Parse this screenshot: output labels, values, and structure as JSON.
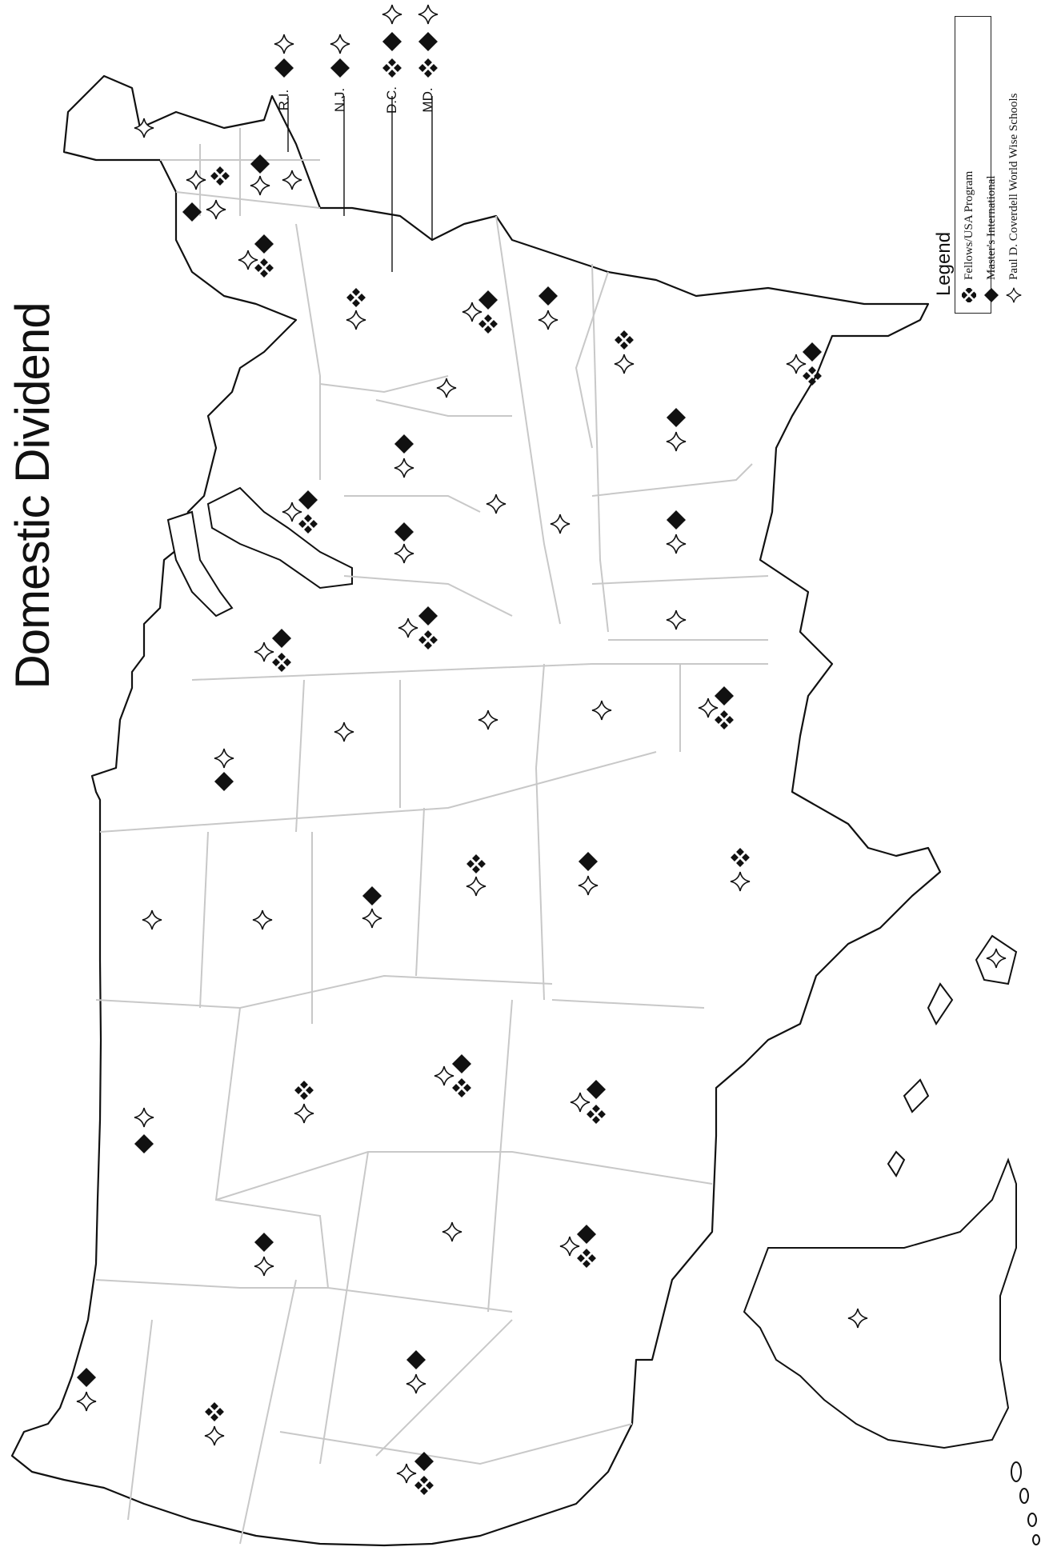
{
  "map": {
    "title": "Domestic Dividend",
    "legend": {
      "heading": "Legend",
      "items": [
        {
          "symbol": "fellows-icon",
          "label": "Fellows/USA Program"
        },
        {
          "symbol": "diamond-icon",
          "label": "Master's International"
        },
        {
          "symbol": "star-icon",
          "label": "Paul D. Coverdell World Wise Schools"
        }
      ]
    },
    "callouts": [
      {
        "label": "R.I.",
        "programs": [
          "star",
          "diamond"
        ]
      },
      {
        "label": "N.J.",
        "programs": [
          "star",
          "diamond"
        ]
      },
      {
        "label": "D.C.",
        "programs": [
          "star",
          "diamond",
          "fellows"
        ]
      },
      {
        "label": "MD.",
        "programs": [
          "star",
          "diamond",
          "fellows"
        ]
      }
    ],
    "colors": {
      "outline": "#111111",
      "border": "#c8c8c8",
      "symbol": "#111111"
    }
  }
}
